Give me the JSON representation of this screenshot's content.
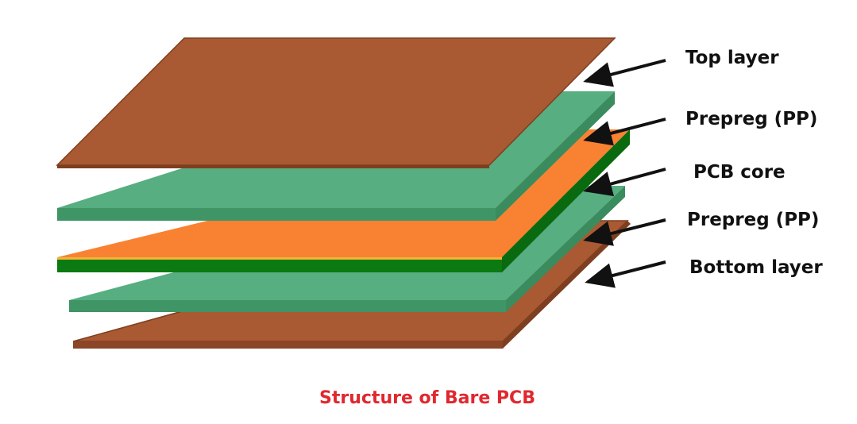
{
  "diagram": {
    "caption": "Structure of Bare PCB",
    "layers": [
      {
        "id": "top",
        "label": "Top layer"
      },
      {
        "id": "prepreg_upper",
        "label": "Prepreg (PP)"
      },
      {
        "id": "core",
        "label": "PCB core"
      },
      {
        "id": "prepreg_lower",
        "label": "Prepreg (PP)"
      },
      {
        "id": "bottom",
        "label": "Bottom layer"
      }
    ]
  },
  "colors": {
    "copper": "#A95A33",
    "copper_dark": "#7E3F20",
    "prepreg": "#57AE80",
    "prepreg_edge": "#3F9566",
    "core_top": "#F98232",
    "core_edge": "#0B7A11",
    "caption": "#E0282E",
    "label": "#111111"
  }
}
